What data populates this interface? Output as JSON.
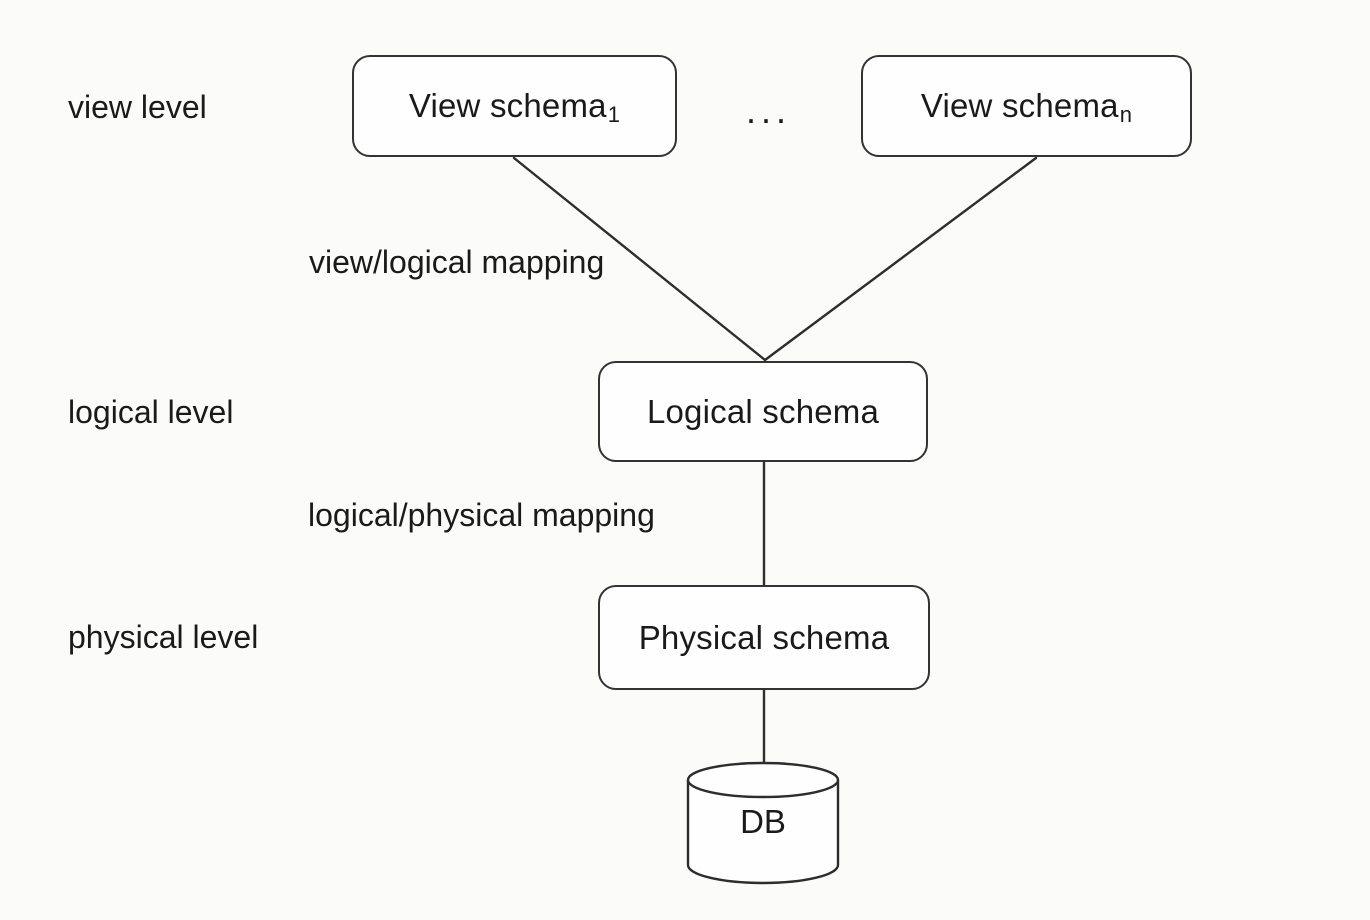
{
  "colors": {
    "background": "#fbfbfa",
    "line": "#2d2d2d",
    "box_border": "#333333",
    "box_fill": "#fefefe",
    "text": "#1a1a1a"
  },
  "levels": {
    "view": "view level",
    "logical": "logical level",
    "physical": "physical level"
  },
  "boxes": {
    "view_schema_1": {
      "text": "View schema",
      "sub": "1"
    },
    "view_schema_n": {
      "text": "View schema",
      "sub": "n"
    },
    "logical_schema": {
      "text": "Logical schema"
    },
    "physical_schema": {
      "text": "Physical schema"
    }
  },
  "ellipsis": "...",
  "mappings": {
    "view_logical": "view/logical mapping",
    "logical_physical": "logical/physical mapping"
  },
  "database": {
    "label": "DB"
  }
}
